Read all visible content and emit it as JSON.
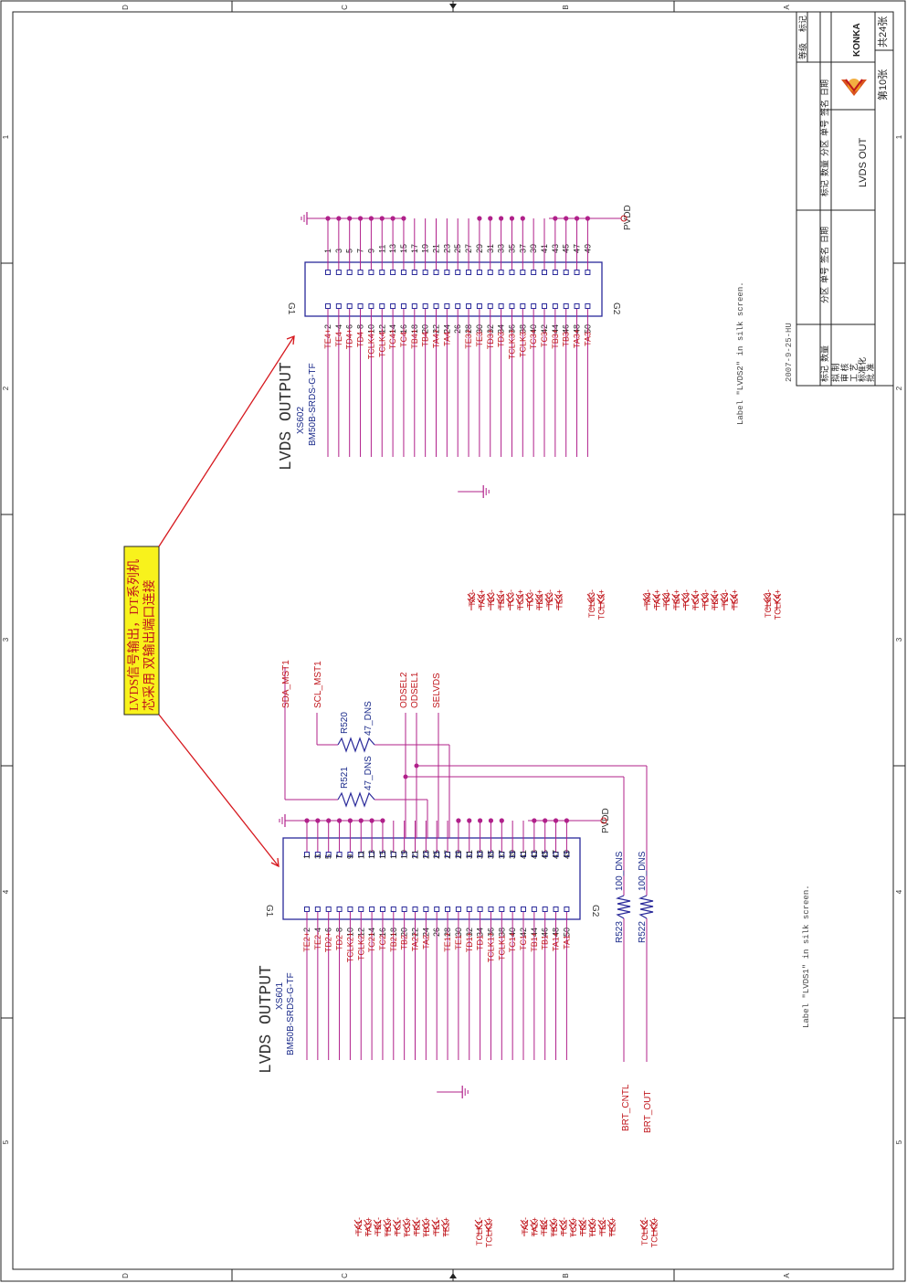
{
  "frame": {
    "zones_top": [
      "D",
      "C",
      "B",
      "A"
    ],
    "zones_side": [
      "1",
      "2",
      "3",
      "4",
      "5"
    ]
  },
  "note": {
    "line1": "LVDS信号输出，DT系列机",
    "line2": "芯采用 双输出端口连接"
  },
  "xs601": {
    "title": "LVDS OUTPUT",
    "ref": "XS601",
    "part": "BM50B-SRDS-G-TF",
    "odd_pins": [
      "1",
      "3",
      "5",
      "7",
      "9",
      "11",
      "13",
      "15",
      "17",
      "19",
      "21",
      "23",
      "25",
      "27",
      "29",
      "31",
      "33",
      "35",
      "37",
      "39",
      "41",
      "43",
      "45",
      "47",
      "49"
    ],
    "even_pins": [
      "2",
      "4",
      "6",
      "8",
      "10",
      "12",
      "14",
      "16",
      "18",
      "20",
      "22",
      "24",
      "26",
      "28",
      "30",
      "32",
      "34",
      "36",
      "38",
      "40",
      "42",
      "44",
      "46",
      "48",
      "50"
    ],
    "even_nets": [
      "TE2+",
      "TE2-",
      "TD2+",
      "TD2-",
      "TCLK2+",
      "TCLK2-",
      "TC2+",
      "TC2-",
      "TB2+",
      "TB2-",
      "TA2+",
      "TA2-",
      "",
      "TE1+",
      "TE1-",
      "TD1+",
      "TD1-",
      "TCLK1+",
      "TCLK1-",
      "TC1+",
      "TC1-",
      "TB1+",
      "TB1-",
      "TA1+",
      "TA1-"
    ],
    "g1": "G1",
    "g2": "G2",
    "power": "PVDD",
    "label_note": "Label \"LVDS1\" in silk screen."
  },
  "xs602": {
    "title": "LVDS OUTPUT",
    "ref": "XS602",
    "part": "BM50B-SRDS-G-TF",
    "odd_pins": [
      "1",
      "3",
      "5",
      "7",
      "9",
      "11",
      "13",
      "15",
      "17",
      "19",
      "21",
      "23",
      "25",
      "27",
      "29",
      "31",
      "33",
      "35",
      "37",
      "39",
      "41",
      "43",
      "45",
      "47",
      "49"
    ],
    "even_pins": [
      "2",
      "4",
      "6",
      "8",
      "10",
      "12",
      "14",
      "16",
      "18",
      "20",
      "22",
      "24",
      "26",
      "28",
      "30",
      "32",
      "34",
      "36",
      "38",
      "40",
      "42",
      "44",
      "46",
      "48",
      "50"
    ],
    "even_nets": [
      "TE4+",
      "TE4-",
      "TD4+",
      "TD4-",
      "TCLK4+",
      "TCLK4-",
      "TC4+",
      "TC4-",
      "TB4+",
      "TB4-",
      "TA4+",
      "TA4-",
      "",
      "TE3+",
      "TE3-",
      "TD3+",
      "TD3-",
      "TCLK3+",
      "TCLK3-",
      "TC3+",
      "TC3-",
      "TB3+",
      "TB3-",
      "TA3+",
      "TA3-"
    ],
    "g1": "G1",
    "g2": "G2",
    "power": "PVDD",
    "label_note": "Label \"LVDS2\" in silk screen."
  },
  "signals": {
    "sda": "SDA_MST1",
    "scl": "SCL_MST1",
    "odsel2": "ODSEL2",
    "odsel1": "ODSEL1",
    "selvds": "SELVDS",
    "brt_cntl": "BRT_CNTL",
    "brt_out": "BRT_OUT"
  },
  "resistors": {
    "r520": "R520",
    "r520_val": "47_DNS",
    "r521": "R521",
    "r521_val": "47_DNS",
    "r523": "R523",
    "r523_val": "100_DNS",
    "r522": "R522",
    "r522_val": "100_DNS"
  },
  "ports": {
    "group1": [
      "TA1-",
      "TA1+",
      "TB1-",
      "TB1+",
      "TC1-",
      "TC1+",
      "TD1-",
      "TD1+",
      "TE1-",
      "TE1+"
    ],
    "group2": [
      "TCLK1-",
      "TCLK1+"
    ],
    "group3": [
      "TA2-",
      "TA2+",
      "TB2-",
      "TB2+",
      "TC2-",
      "TC2+",
      "TD2-",
      "TD2+",
      "TE2-",
      "TE2+"
    ],
    "group4": [
      "TCLK2-",
      "TCLK2+"
    ],
    "group5": [
      "TA3-",
      "TA3+",
      "TB3-",
      "TB3+",
      "TC3-",
      "TC3+",
      "TD3-",
      "TD3+",
      "TE3-",
      "TE3+"
    ],
    "group6": [
      "TCLK3-",
      "TCLK3+"
    ],
    "group7": [
      "TA4-",
      "TA4+",
      "TB4-",
      "TB4+",
      "TC4-",
      "TC4+",
      "TD4-",
      "TD4+",
      "TE4-",
      "TE4+"
    ],
    "group8": [
      "TCLK4-",
      "TCLK4+"
    ]
  },
  "title_block": {
    "date": "2007-9-25-HU",
    "title": "LVDS OUT",
    "company": "KONKA",
    "sheet": "第10张",
    "total": "共24张",
    "c_grade": "等级",
    "c_mark": "标记",
    "c_biaoji": "标记",
    "c_shuliang": "数量",
    "c_fenqu": "分区",
    "c_danhao": "单号",
    "c_qianming": "签名",
    "c_riqi": "日期",
    "c_nizhi": "拟 制",
    "c_shenhe": "审 核",
    "c_gongyi": "工 艺",
    "c_biaozhunhua": "标准化",
    "c_pizhun": "批 准",
    "brand_color": "#d9531e",
    "brand_color2": "#f0a020"
  }
}
